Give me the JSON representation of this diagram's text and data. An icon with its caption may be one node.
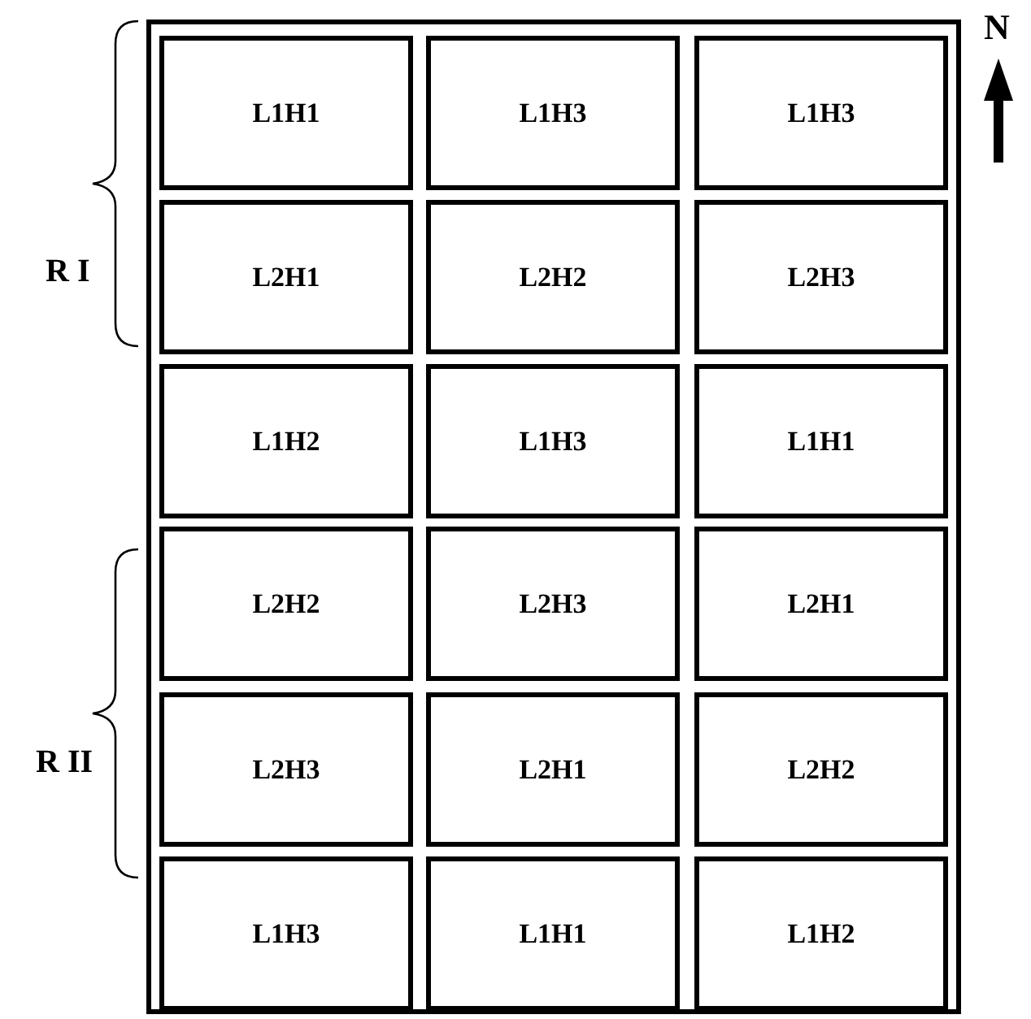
{
  "diagram": {
    "nodes": [
      {
        "text": [],
        "shape": "box"
      },
      {
        "text": [
          "L1H1"
        ],
        "in": 0
      },
      {
        "text": [
          "L1H3"
        ],
        "in": 0
      },
      {
        "text": [
          "L1H3"
        ],
        "in": 0
      },
      {
        "text": [
          "L2H1"
        ],
        "in": 0
      },
      {
        "text": [
          "L2H2"
        ],
        "in": 0
      },
      {
        "text": [
          "L2H3"
        ],
        "in": 0
      },
      {
        "text": [
          "L1H2"
        ],
        "in": 0
      },
      {
        "text": [
          "L1H3"
        ],
        "in": 0
      },
      {
        "text": [
          "L1H1"
        ],
        "in": 0
      },
      {
        "text": [
          "L2H2"
        ],
        "in": 0
      },
      {
        "text": [
          "L2H3"
        ],
        "in": 0
      },
      {
        "text": [
          "L2H1"
        ],
        "in": 0
      },
      {
        "text": [
          "L2H3"
        ],
        "in": 0
      },
      {
        "text": [
          "L2H1"
        ],
        "in": 0
      },
      {
        "text": [
          "L2H2"
        ],
        "in": 0
      },
      {
        "text": [
          "L1H3"
        ],
        "in": 0
      },
      {
        "text": [
          "L1H1"
        ],
        "in": 0
      },
      {
        "text": [
          "L1H2"
        ],
        "in": 0
      }
    ],
    "edges": [],
    "labels": [
      "N",
      "R I",
      "R II"
    ]
  }
}
